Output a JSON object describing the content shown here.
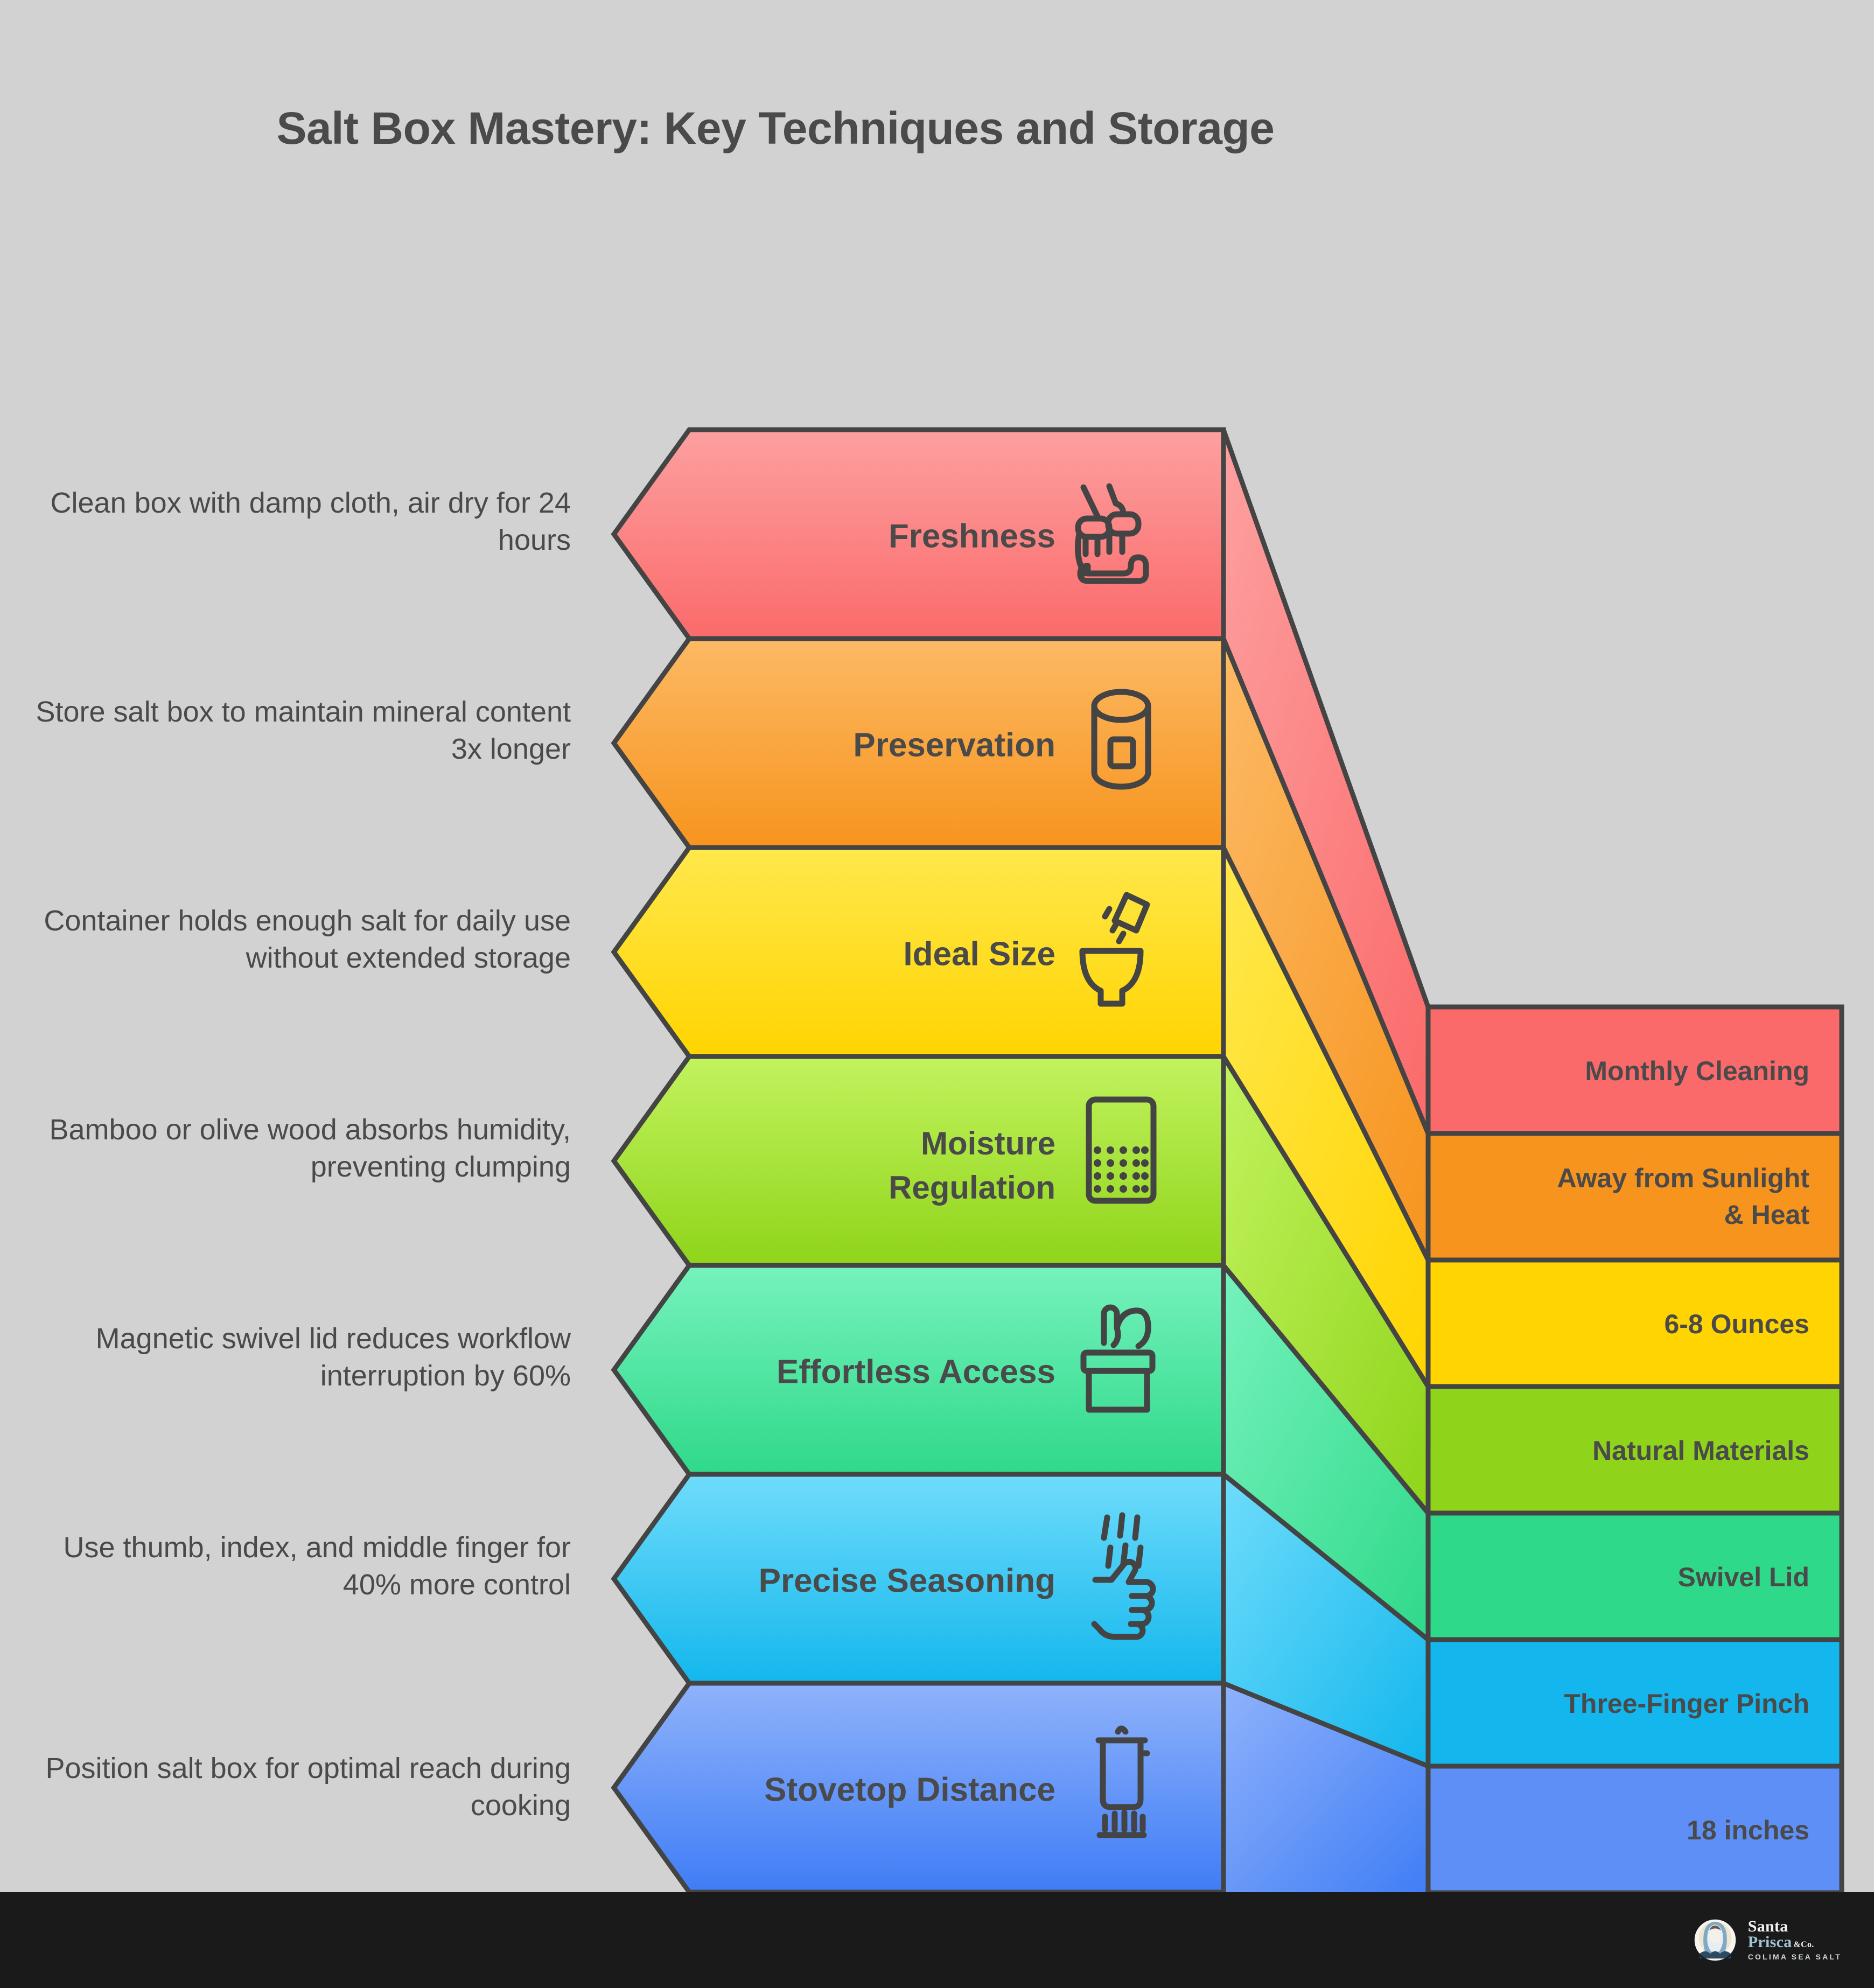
{
  "page": {
    "title": "Salt Box Mastery: Key Techniques and Storage",
    "background_color": "#d2d2d2",
    "outline_color": "#444444",
    "text_color": "#4a4a4a"
  },
  "chart_data": {
    "type": "funnel",
    "title": "Salt Box Mastery: Key Techniques and Storage",
    "stages": [
      {
        "label": "Freshness",
        "category": "Monthly Cleaning",
        "description": "Clean box with damp cloth, air dry for 24 hours",
        "color": "#fb6a6a",
        "color_light": "#fda0a0",
        "icon": "broom-sweeping-icon"
      },
      {
        "label": "Preservation",
        "category": "Away from Sunlight & Heat",
        "description": "Store salt box to maintain mineral content 3x longer",
        "color": "#f7941e",
        "color_light": "#fcb964",
        "icon": "salt-container-jar-icon"
      },
      {
        "label": "Ideal Size",
        "category": "6-8 Ounces",
        "description": "Container holds enough salt for daily use without extended storage",
        "color": "#ffd400",
        "color_light": "#ffe84d",
        "icon": "pouring-salt-bowl-icon"
      },
      {
        "label": "Moisture Regulation",
        "category": "Natural Materials",
        "description": "Bamboo or olive wood absorbs humidity, preventing clumping",
        "color": "#8fd41a",
        "color_light": "#c2f35e",
        "icon": "grain-container-icon"
      },
      {
        "label": "Effortless Access",
        "category": "Swivel Lid",
        "description": "Magnetic swivel lid reduces workflow interruption by 60%",
        "color": "#2fd98a",
        "color_light": "#76f2bd",
        "icon": "hand-open-lid-icon"
      },
      {
        "label": "Precise Seasoning",
        "category": "Three-Finger Pinch",
        "description": "Use thumb, index, and middle finger for 40% more control",
        "color": "#13b7ed",
        "color_light": "#6fdcfb",
        "icon": "pinch-sprinkle-hand-icon"
      },
      {
        "label": "Stovetop Distance",
        "category": "18 inches",
        "description": "Position salt box for optimal reach during cooking",
        "color": "#3f7df6",
        "color_light": "#8fb2fb",
        "icon": "cooking-pot-heat-icon"
      }
    ]
  },
  "footer": {
    "brand_name_line1": "Santa",
    "brand_name_line2": "Prisca",
    "brand_suffix": "&Co.",
    "brand_tagline": "COLIMA SEA SALT",
    "background_color": "#1a1a1a"
  }
}
